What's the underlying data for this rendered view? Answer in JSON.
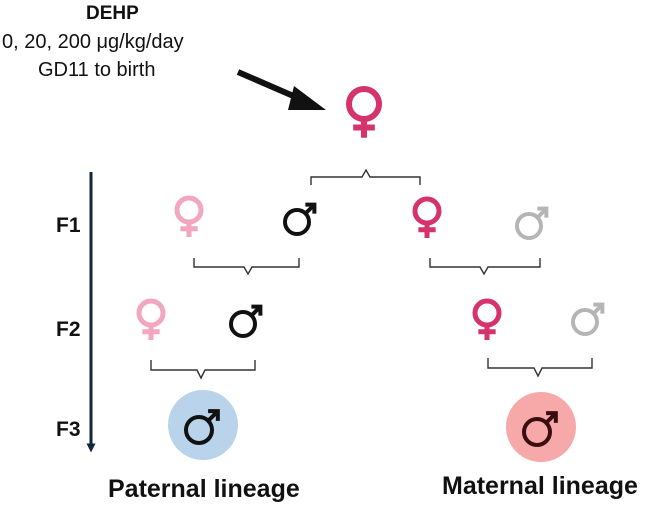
{
  "treatment": {
    "title": "DEHP",
    "dose": "0, 20, 200 μg/kg/day",
    "window": "GD11 to birth"
  },
  "generations": [
    "F1",
    "F2",
    "F3"
  ],
  "lineages": {
    "paternal": "Paternal lineage",
    "maternal": "Maternal lineage"
  },
  "colors": {
    "female_dark": "#d6336c",
    "female_light": "#f2a6c0",
    "male_dark": "#111111",
    "male_gray": "#b5b5b5",
    "paternal_circle": "#b9d3ea",
    "maternal_circle": "#f7a9a9",
    "arrow": "#111111",
    "time_arrow": "#12263f"
  },
  "icons": {
    "female": "venus-symbol",
    "male": "mars-symbol"
  }
}
